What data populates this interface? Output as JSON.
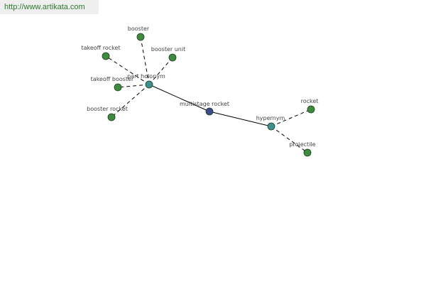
{
  "header": {
    "url_text": "http://www.artikata.com"
  },
  "colors": {
    "leaf": "#3e8a3e",
    "relation": "#3e8f8f",
    "center": "#3a4a8a",
    "edge": "#000000"
  },
  "graph": {
    "center": {
      "id": "c",
      "label": "multistage rocket"
    },
    "relations": [
      {
        "id": "r1",
        "label": "part holonym"
      },
      {
        "id": "r2",
        "label": "hypernym"
      }
    ],
    "leaves": [
      {
        "id": "l1",
        "label": "booster",
        "parent": "r1"
      },
      {
        "id": "l2",
        "label": "takeoff rocket",
        "parent": "r1"
      },
      {
        "id": "l3",
        "label": "booster unit",
        "parent": "r1"
      },
      {
        "id": "l4",
        "label": "takeoff booster",
        "parent": "r1"
      },
      {
        "id": "l5",
        "label": "booster rocket",
        "parent": "r1"
      },
      {
        "id": "l6",
        "label": "rocket",
        "parent": "r2"
      },
      {
        "id": "l7",
        "label": "projectile",
        "parent": "r2"
      }
    ]
  }
}
